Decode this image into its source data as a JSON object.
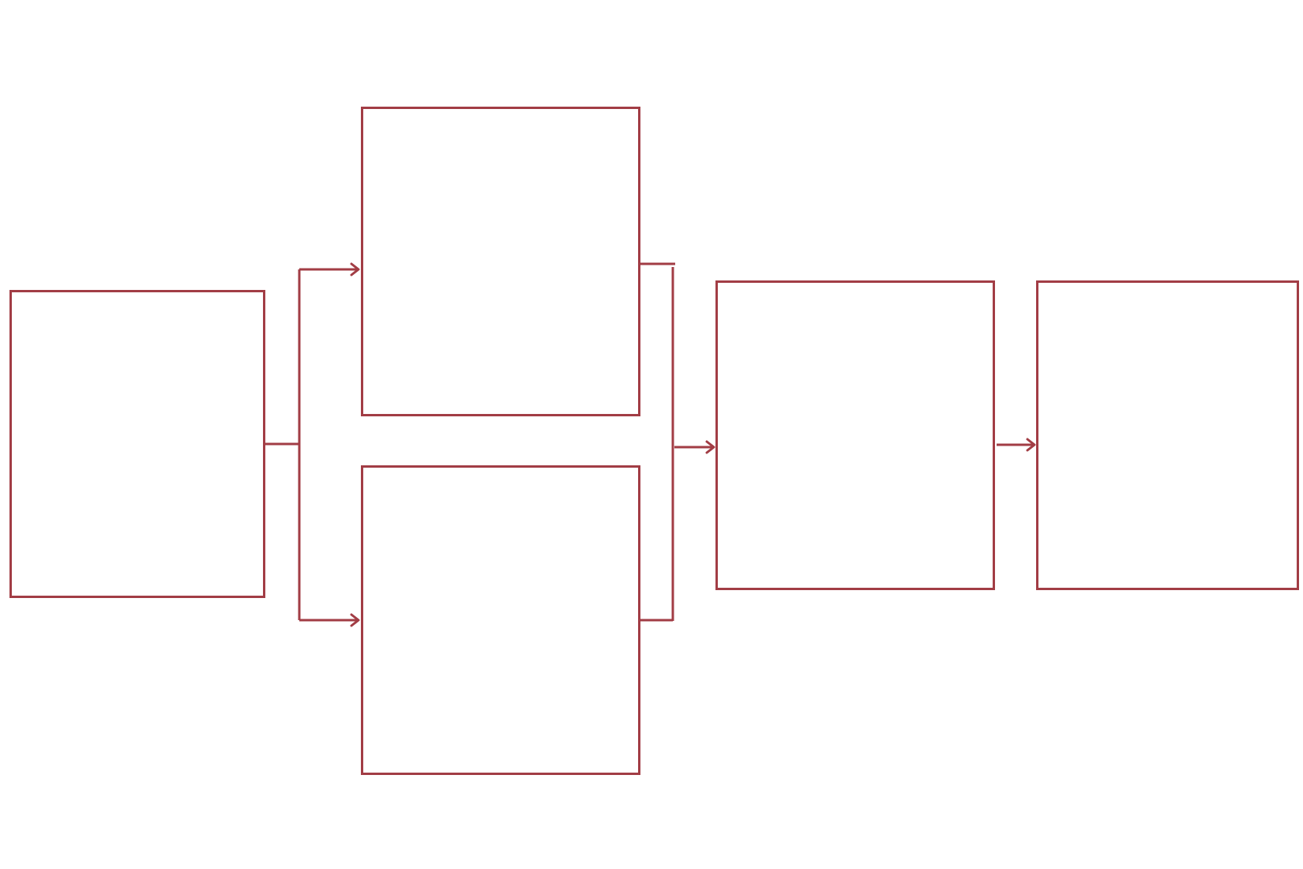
{
  "diagram": {
    "type": "flowchart",
    "colors": {
      "stroke": "#a23d45",
      "background": "#ffffff"
    },
    "nodes": [
      {
        "id": "source",
        "label": ""
      },
      {
        "id": "branch-top",
        "label": ""
      },
      {
        "id": "branch-bottom",
        "label": ""
      },
      {
        "id": "merge",
        "label": ""
      },
      {
        "id": "output",
        "label": ""
      }
    ],
    "edges": [
      {
        "from": "source",
        "to": "branch-top"
      },
      {
        "from": "source",
        "to": "branch-bottom"
      },
      {
        "from": "branch-top",
        "to": "merge"
      },
      {
        "from": "branch-bottom",
        "to": "merge"
      },
      {
        "from": "merge",
        "to": "output"
      }
    ]
  }
}
